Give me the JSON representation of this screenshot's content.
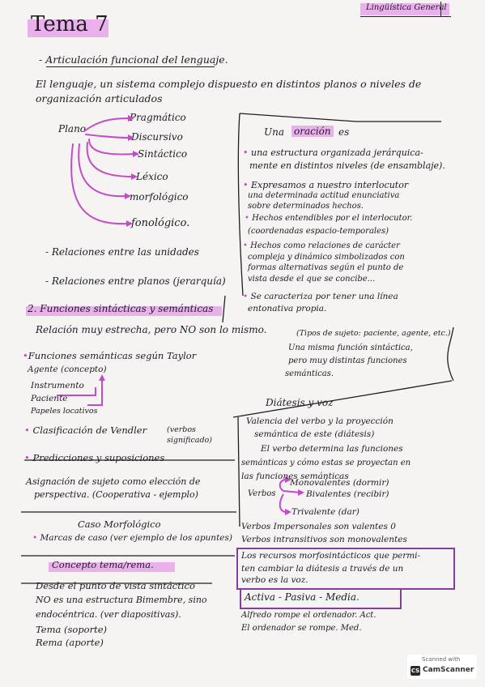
{
  "header": {
    "subject": "Lingüística General",
    "title": "Tema 7"
  },
  "section1": {
    "heading": "- Articulación funcional del lenguaje.",
    "intro_1": "El lenguaje, un sistema complejo dispuesto en distintos planos o niveles de",
    "intro_2": "organización articulados",
    "root_label": "Plano",
    "planos": [
      "Pragmático",
      "Discursivo",
      "Sintáctico",
      "Léxico",
      "morfológico",
      "fonológico."
    ],
    "relations_1": "- Relaciones entre las unidades",
    "relations_2": "- Relaciones entre planos (jerarquía)"
  },
  "oracion_box": {
    "title_prefix": "Una",
    "title_highlight": "oración",
    "title_suffix": "es",
    "points": [
      "una estructura organizada jerárquica-",
      "mente en distintos niveles (de ensamblaje).",
      "Expresamos a nuestro interlocutor",
      "una determinada actitud enunciativa",
      "sobre determinados hechos.",
      "Hechos entendibles por el interlocutor.",
      "(coordenadas espacio-temporales)",
      "Hechos como relaciones de carácter",
      "compleja y dinámico simbolizados con",
      "formas alternativas según el punto de",
      "vista desde el que se concibe...",
      "Se caracteriza por tener una línea",
      "entonativa propia."
    ]
  },
  "section2": {
    "heading": "2. Funciones sintácticas y semánticas",
    "relation": "Relación muy estrecha, pero NO son lo mismo.",
    "side_note_1": "(Tipos de sujeto: paciente, agente, etc.)",
    "side_note_2": "Una misma función sintáctica,",
    "side_note_3": "pero muy distintas funciones",
    "side_note_4": "semánticas.",
    "taylor": "Funciones semánticas según Taylor",
    "roles": [
      "Agente (concepto)",
      "Instrumento",
      "Paciente",
      "Papeles locativos"
    ],
    "vendler": "Clasificación de Vendler",
    "vendler_note": "(verbos significado)",
    "predicciones": "Predicciones y suposiciones",
    "asignacion_1": "Asignación de sujeto como elección de",
    "asignacion_2": "perspectiva. (Cooperativa - ejemplo)"
  },
  "diatesis": {
    "title": "Diátesis y voz",
    "lines": [
      "Valencia del verbo y la proyección",
      "semántica de este (diátesis)",
      "El verbo determina las funciones",
      "semánticas y cómo estas se proyectan en",
      "las funciones semánticas"
    ],
    "verbos_label": "Verbos",
    "valencias": [
      "Monovalentes (dormir)",
      "Bivalentes (recibir)",
      "Trivalente (dar)"
    ],
    "impersonales": "Verbos Impersonales son valentes 0",
    "intransitivos": "Verbos intransitivos son monovalentes",
    "recursos_1": "Los recursos morfosintácticos que permi-",
    "recursos_2": "ten cambiar la diátesis a través de un",
    "recursos_3": "verbo es la voz.",
    "voices": "Activa - Pasiva - Media.",
    "example_1": "Alfredo rompe el ordenador. Act.",
    "example_2": "El ordenador se rompe. Med."
  },
  "caso": {
    "title": "Caso Morfológico",
    "item": "Marcas de caso (ver ejemplo de los apuntes)"
  },
  "concepto": {
    "title": "Concepto tema/rema.",
    "lines": [
      "Desde el punto de vista sintáctico",
      "NO es una estructura Bimembre, sino",
      "endocéntrica. (ver diapositivas).",
      "Tema (soporte)",
      "Rema (aporte)"
    ]
  },
  "scanner": {
    "top": "Scanned with",
    "name": "CamScanner",
    "logo": "CS"
  },
  "colors": {
    "highlight": "#e078e6",
    "ink": "#1d1d20",
    "paper": "#f5f4f2"
  }
}
